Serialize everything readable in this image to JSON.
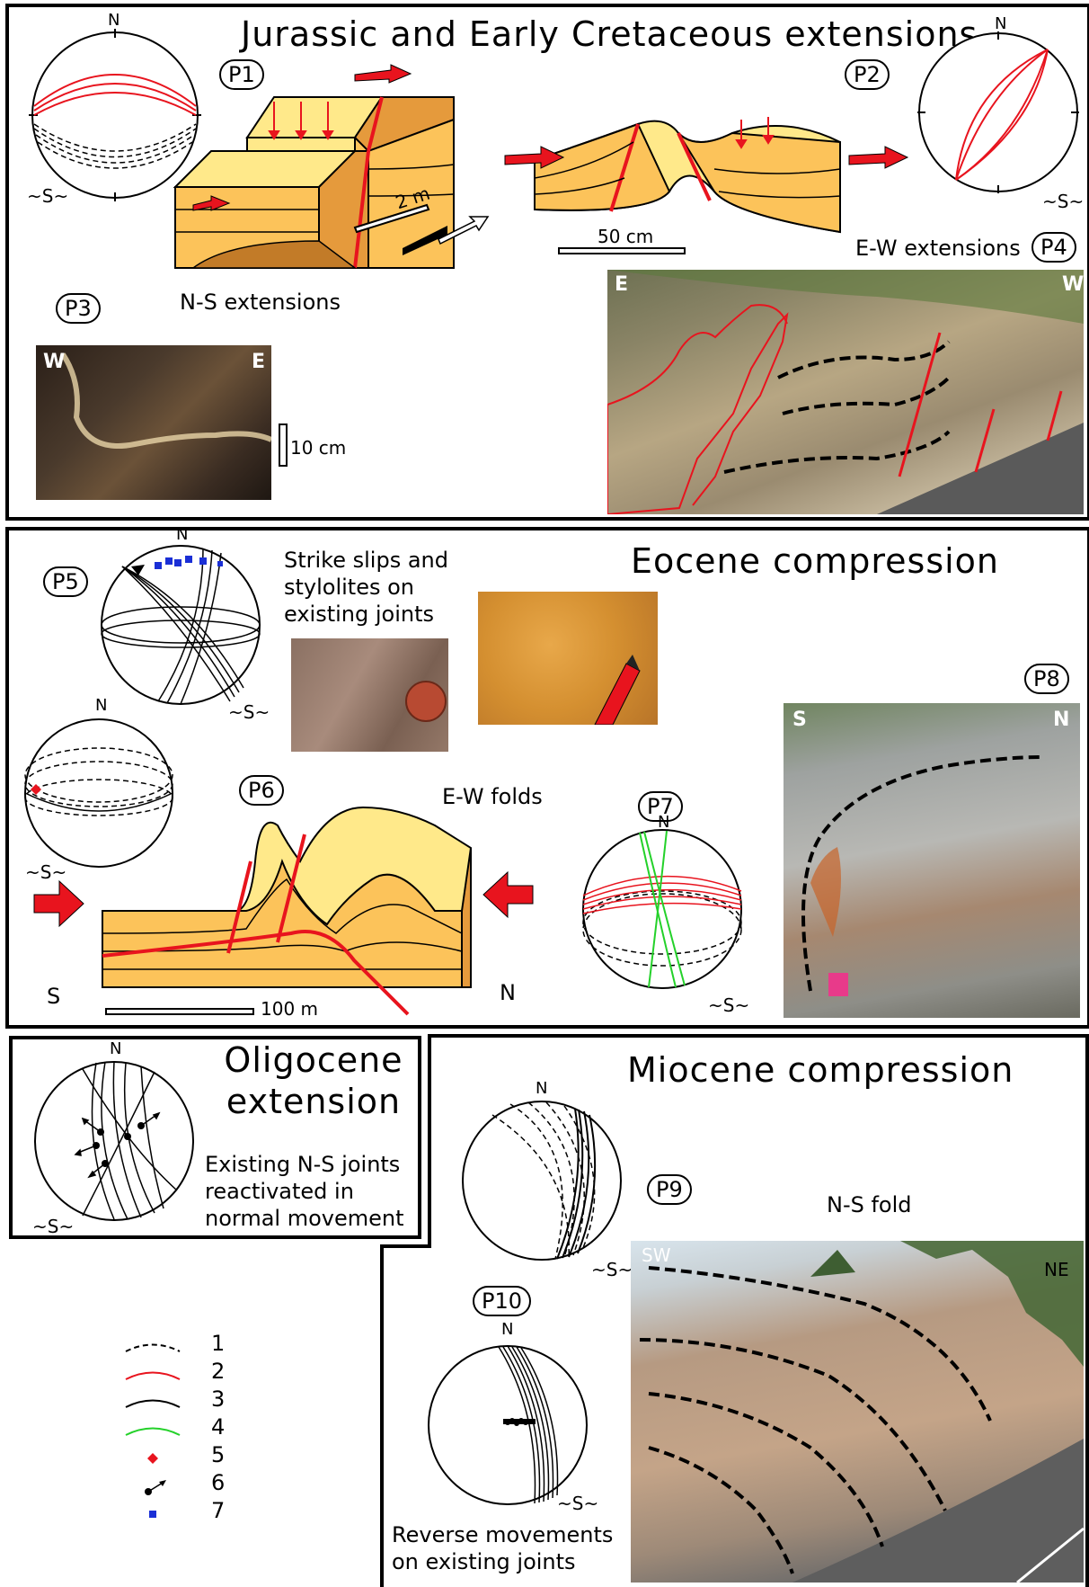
{
  "panels": {
    "jurassic": {
      "title": "Jurassic and Early Cretaceous extensions",
      "tags": {
        "p1": "P1",
        "p2": "P2",
        "p3": "P3",
        "p4": "P4"
      },
      "labels": {
        "ns_extensions": "N-S extensions",
        "ew_extensions": "E-W extensions",
        "scale_2m": "2 m",
        "scale_50cm": "50 cm",
        "scale_10cm": "10 cm"
      },
      "north": "N",
      "photo_p3": {
        "left": "W",
        "right": "E"
      },
      "photo_p4": {
        "left": "E",
        "right": "W"
      }
    },
    "eocene": {
      "title": "Eocene compression",
      "tags": {
        "p5": "P5",
        "p6": "P6",
        "p7": "P7",
        "p8": "P8"
      },
      "labels": {
        "strike_slips": "Strike slips and stylolites on existing joints",
        "ew_folds": "E-W folds",
        "scale_100m": "100 m",
        "south": "S",
        "north": "N"
      },
      "photo_p8": {
        "left": "S",
        "right": "N"
      }
    },
    "oligocene": {
      "title": "Oligocene extension",
      "caption": "Existing N-S joints reactivated in normal movement",
      "north": "N"
    },
    "miocene": {
      "title": "Miocene compression",
      "tags": {
        "p9": "P9",
        "p10": "P10"
      },
      "labels": {
        "ns_fold": "N-S fold",
        "reverse": "Reverse movements on existing joints"
      },
      "north": "N",
      "photo_p9": {
        "left": "SW",
        "right": "NE"
      }
    }
  },
  "legend": {
    "items": [
      {
        "num": "1",
        "symbol": "dashed-black-arc"
      },
      {
        "num": "2",
        "symbol": "red-arc"
      },
      {
        "num": "3",
        "symbol": "black-arc"
      },
      {
        "num": "4",
        "symbol": "green-arc"
      },
      {
        "num": "5",
        "symbol": "red-diamond"
      },
      {
        "num": "6",
        "symbol": "black-dot-arrow"
      },
      {
        "num": "7",
        "symbol": "blue-square"
      }
    ]
  },
  "colors": {
    "red": "#e8141e",
    "green": "#24d12a",
    "blue": "#1a2fd6",
    "layer_light": "#ffe98a",
    "layer_mid": "#fcc35a",
    "layer_dark": "#e59a3c"
  }
}
